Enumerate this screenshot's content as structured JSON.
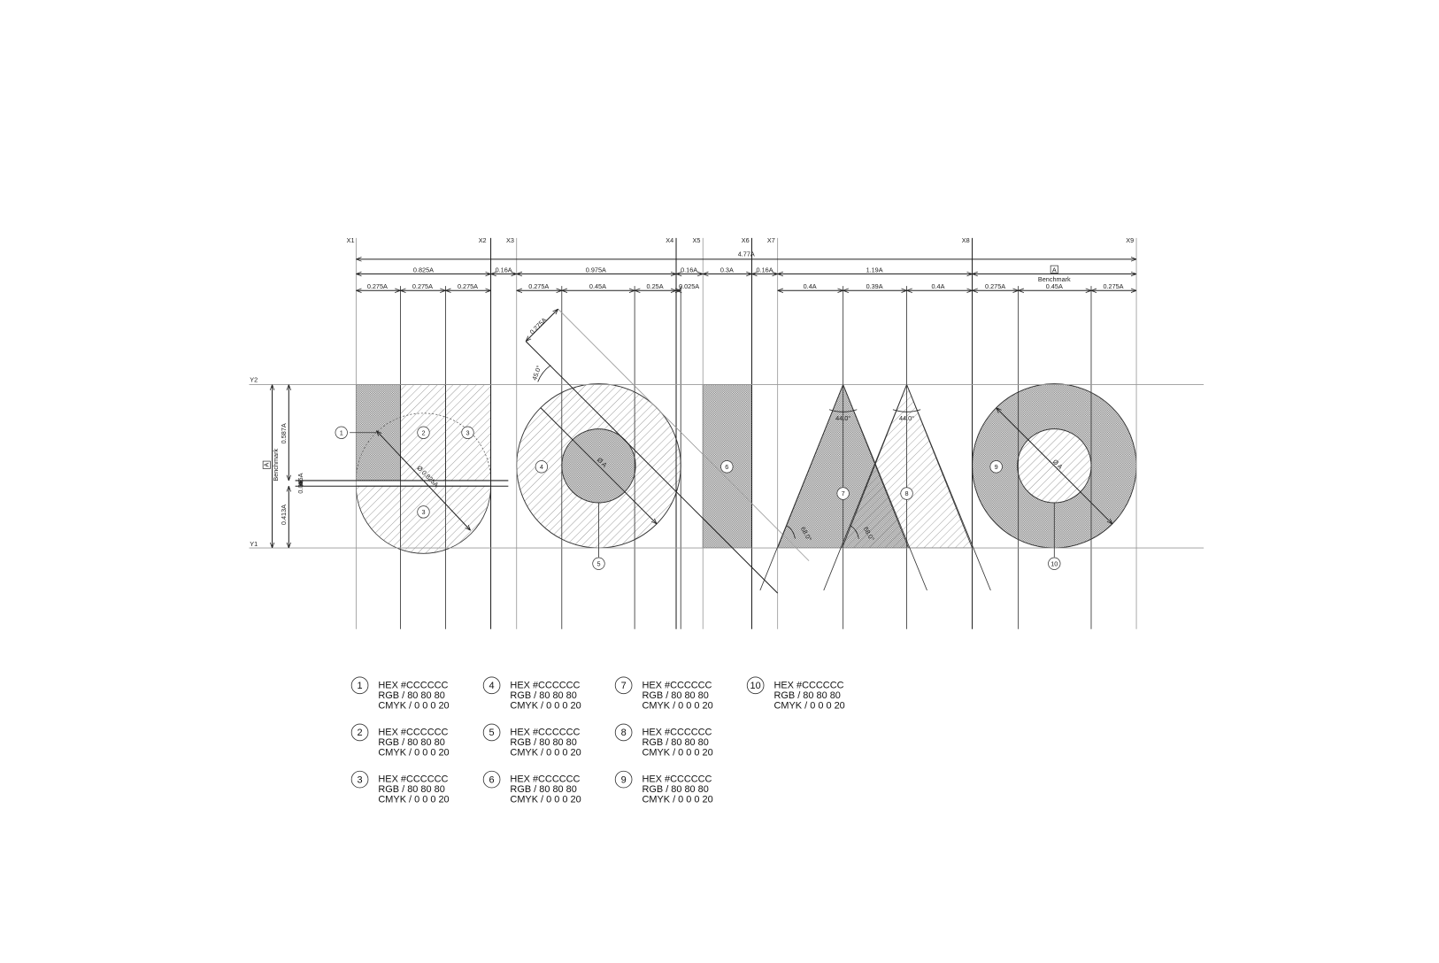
{
  "axes": {
    "x": [
      "X1",
      "X2",
      "X3",
      "X4",
      "X5",
      "X6",
      "X7",
      "X8",
      "X9"
    ],
    "y": [
      "Y2",
      "Y1"
    ]
  },
  "dimensions": {
    "total": "4.77A",
    "row1": [
      "0.825A",
      "0.16A",
      "0.975A",
      "0.16A",
      "0.3A",
      "0.16A",
      "1.19A"
    ],
    "benchmark_box": "A",
    "benchmark_label": "Benchmark",
    "row2": [
      "0.275A",
      "0.275A",
      "0.275A",
      "0.275A",
      "0.45A",
      "0.25A",
      "0.025A",
      "0.4A",
      "0.39A",
      "0.4A",
      "0.275A",
      "0.45A",
      "0.275A"
    ],
    "left": {
      "box": "A",
      "label": "Benchmark",
      "upper": "0.587A",
      "gap": "0.035A",
      "lower": "0.413A"
    },
    "diagonal": "0.275A",
    "angle_top": "45.0°",
    "apex_angles": [
      "44.0°",
      "44.0°"
    ],
    "base_angles": [
      "68.0°",
      "68.0°"
    ],
    "diameters": [
      "Ø 0.825A",
      "Ø A",
      "Ø A"
    ]
  },
  "callouts": [
    "1",
    "2",
    "3",
    "3",
    "4",
    "5",
    "6",
    "7",
    "8",
    "9",
    "10"
  ],
  "legend": [
    {
      "num": "1",
      "hex": "HEX #CCCCCC",
      "rgb": "RGB / 80 80 80",
      "cmyk": "CMYK / 0 0 0 20"
    },
    {
      "num": "2",
      "hex": "HEX #CCCCCC",
      "rgb": "RGB / 80 80 80",
      "cmyk": "CMYK / 0 0 0 20"
    },
    {
      "num": "3",
      "hex": "HEX #CCCCCC",
      "rgb": "RGB / 80 80 80",
      "cmyk": "CMYK / 0 0 0 20"
    },
    {
      "num": "4",
      "hex": "HEX #CCCCCC",
      "rgb": "RGB / 80 80 80",
      "cmyk": "CMYK / 0 0 0 20"
    },
    {
      "num": "5",
      "hex": "HEX #CCCCCC",
      "rgb": "RGB / 80 80 80",
      "cmyk": "CMYK / 0 0 0 20"
    },
    {
      "num": "6",
      "hex": "HEX #CCCCCC",
      "rgb": "RGB / 80 80 80",
      "cmyk": "CMYK / 0 0 0 20"
    },
    {
      "num": "7",
      "hex": "HEX #CCCCCC",
      "rgb": "RGB / 80 80 80",
      "cmyk": "CMYK / 0 0 0 20"
    },
    {
      "num": "8",
      "hex": "HEX #CCCCCC",
      "rgb": "RGB / 80 80 80",
      "cmyk": "CMYK / 0 0 0 20"
    },
    {
      "num": "9",
      "hex": "HEX #CCCCCC",
      "rgb": "RGB / 80 80 80",
      "cmyk": "CMYK / 0 0 0 20"
    },
    {
      "num": "10",
      "hex": "HEX #CCCCCC",
      "rgb": "RGB / 80 80 80",
      "cmyk": "CMYK / 0 0 0 20"
    }
  ],
  "colors": {
    "fill": "#CCCCCC",
    "line": "#333333",
    "guide": "#999999"
  }
}
